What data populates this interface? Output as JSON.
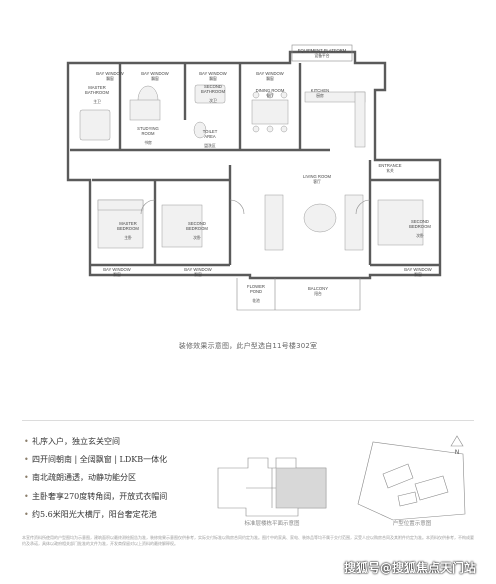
{
  "plan": {
    "rooms": [
      {
        "id": "equipment",
        "en": "EQUIPMENT PLATFORM",
        "cn": "设备平台"
      },
      {
        "id": "bay1",
        "en": "BAY WINDOW",
        "cn": "飘窗"
      },
      {
        "id": "bay2",
        "en": "BAY WINDOW",
        "cn": "飘窗"
      },
      {
        "id": "bay3",
        "en": "BAY WINDOW",
        "cn": "飘窗"
      },
      {
        "id": "bay4",
        "en": "BAY WINDOW",
        "cn": "飘窗"
      },
      {
        "id": "master_bath",
        "en": "MASTER BATHROOM",
        "cn": "主卫"
      },
      {
        "id": "second_bath",
        "en": "SECOND BATHROOM",
        "cn": "次卫"
      },
      {
        "id": "dining",
        "en": "DINING ROOM",
        "cn": "餐厅"
      },
      {
        "id": "kitchen",
        "en": "KITCHEN",
        "cn": "厨房"
      },
      {
        "id": "studying",
        "en": "STUDYING ROOM",
        "cn": "书房"
      },
      {
        "id": "toilet",
        "en": "TOILET AREA",
        "cn": "盥洗区"
      },
      {
        "id": "entrance",
        "en": "ENTRANCE",
        "cn": "玄关"
      },
      {
        "id": "living",
        "en": "LIVING ROOM",
        "cn": "客厅"
      },
      {
        "id": "master_bed",
        "en": "MASTER BEDROOM",
        "cn": "主卧"
      },
      {
        "id": "second_bed_l",
        "en": "SECOND BEDROOM",
        "cn": "次卧"
      },
      {
        "id": "second_bed_r",
        "en": "SECOND BEDROOM",
        "cn": "次卧"
      },
      {
        "id": "bay5",
        "en": "BAY WINDOW",
        "cn": "飘窗"
      },
      {
        "id": "bay6",
        "en": "BAY WINDOW",
        "cn": "飘窗"
      },
      {
        "id": "bay7",
        "en": "BAY WINDOW",
        "cn": "飘窗"
      },
      {
        "id": "flower_pond",
        "en": "FLOWER POND",
        "cn": "花池"
      },
      {
        "id": "balcony",
        "en": "BALCONY",
        "cn": "阳台"
      }
    ]
  },
  "caption": "装修效果示意图，此户型选自11号楼302室",
  "features": [
    "礼序入户，独立玄关空间",
    "四开间朝南 | 全阔飘窗 | LDKB一体化",
    "南北疏朗通透，动静功能分区",
    "主卧奢享270度转角阔，开放式衣帽间",
    "约5.6米阳光大横厅，阳台奢定花池"
  ],
  "keyplans": {
    "a_label": "标准层楼栋平面示意图",
    "b_label": "户型位置示意图",
    "north": "N"
  },
  "disclaimer": "本宣传资料所使用的户型图均为示意图，建筑面积以最终测绘报告为准，装修效果示意图仅供参考，实际交付标准以购房合同约定为准。图片中的家具、家电、装饰品等均不属于交付范围，买受人应以购房合同及其附件约定为准。本资料仅供参考，不构成要约及承诺，具体以政府相关部门批准的文件为准，开发商保留对以上资料的最终解释权。",
  "watermark": "搜狐号@搜狐焦点天门站",
  "colors": {
    "accent": "#8a7d6a",
    "wall": "#5a5a5a"
  }
}
